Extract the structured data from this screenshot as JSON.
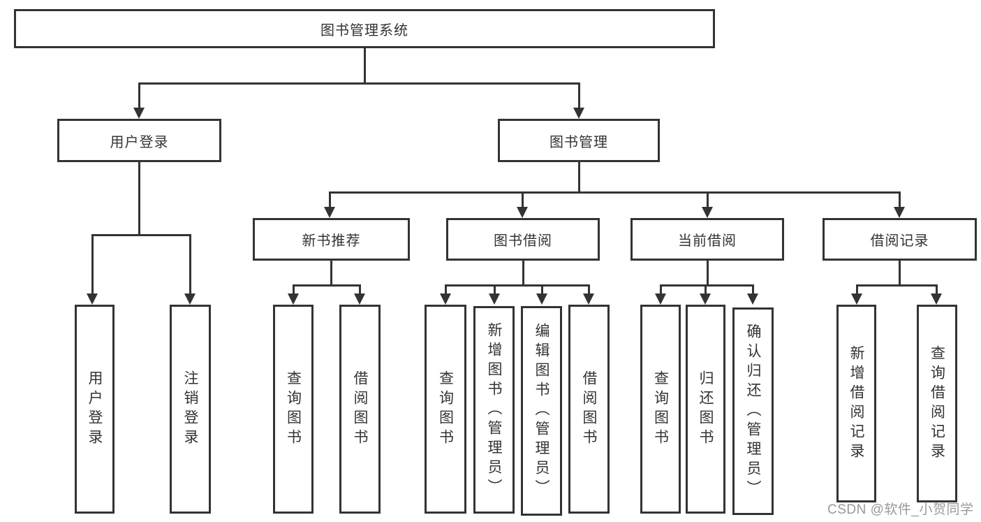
{
  "root": {
    "label": "图书管理系统"
  },
  "level2": {
    "user_login": {
      "label": "用户登录"
    },
    "book_mgmt": {
      "label": "图书管理"
    }
  },
  "level3": {
    "recommend": {
      "label": "新书推荐"
    },
    "borrow": {
      "label": "图书借阅"
    },
    "current": {
      "label": "当前借阅"
    },
    "records": {
      "label": "借阅记录"
    }
  },
  "leaves": {
    "user": [
      "用户登录",
      "注销登录"
    ],
    "recommend": [
      "查询图书",
      "借阅图书"
    ],
    "borrow": [
      "查询图书",
      "新增图书（管理员）",
      "编辑图书（管理员）",
      "借阅图书"
    ],
    "current": [
      "查询图书",
      "归还图书",
      "确认归还（管理员）"
    ],
    "records": [
      "新增借阅记录",
      "查询借阅记录"
    ]
  },
  "watermark": "CSDN @软件_小贺同学",
  "colors": {
    "line": "#333333",
    "text": "#333333",
    "watermark": "#999999",
    "background": "#ffffff"
  }
}
